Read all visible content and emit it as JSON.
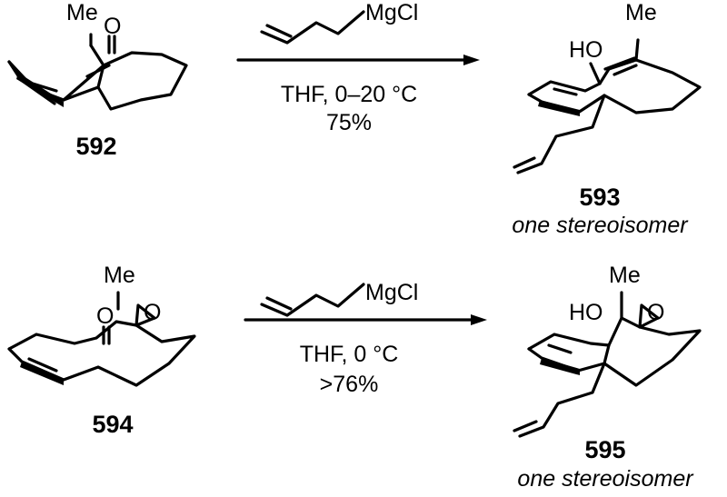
{
  "reactions": [
    {
      "reactant": {
        "id": "592",
        "atoms": {
          "methyl": "Me",
          "carbonyl": "O"
        }
      },
      "reagent": "MgCl",
      "conditions": "THF, 0–20 °C",
      "yield": "75%",
      "product": {
        "id": "593",
        "atoms": {
          "methyl": "Me",
          "hydroxyl": "HO"
        },
        "note": "one stereoisomer"
      }
    },
    {
      "reactant": {
        "id": "594",
        "atoms": {
          "methyl": "Me",
          "carbonyl": "O",
          "epoxide": "O"
        }
      },
      "reagent": "MgCl",
      "conditions": "THF, 0 °C",
      "yield": ">76%",
      "product": {
        "id": "595",
        "atoms": {
          "methyl": "Me",
          "hydroxyl": "HO",
          "epoxide": "O"
        },
        "note": "one stereoisomer"
      }
    }
  ],
  "colors": {
    "ink": "#000000",
    "background": "#ffffff"
  }
}
